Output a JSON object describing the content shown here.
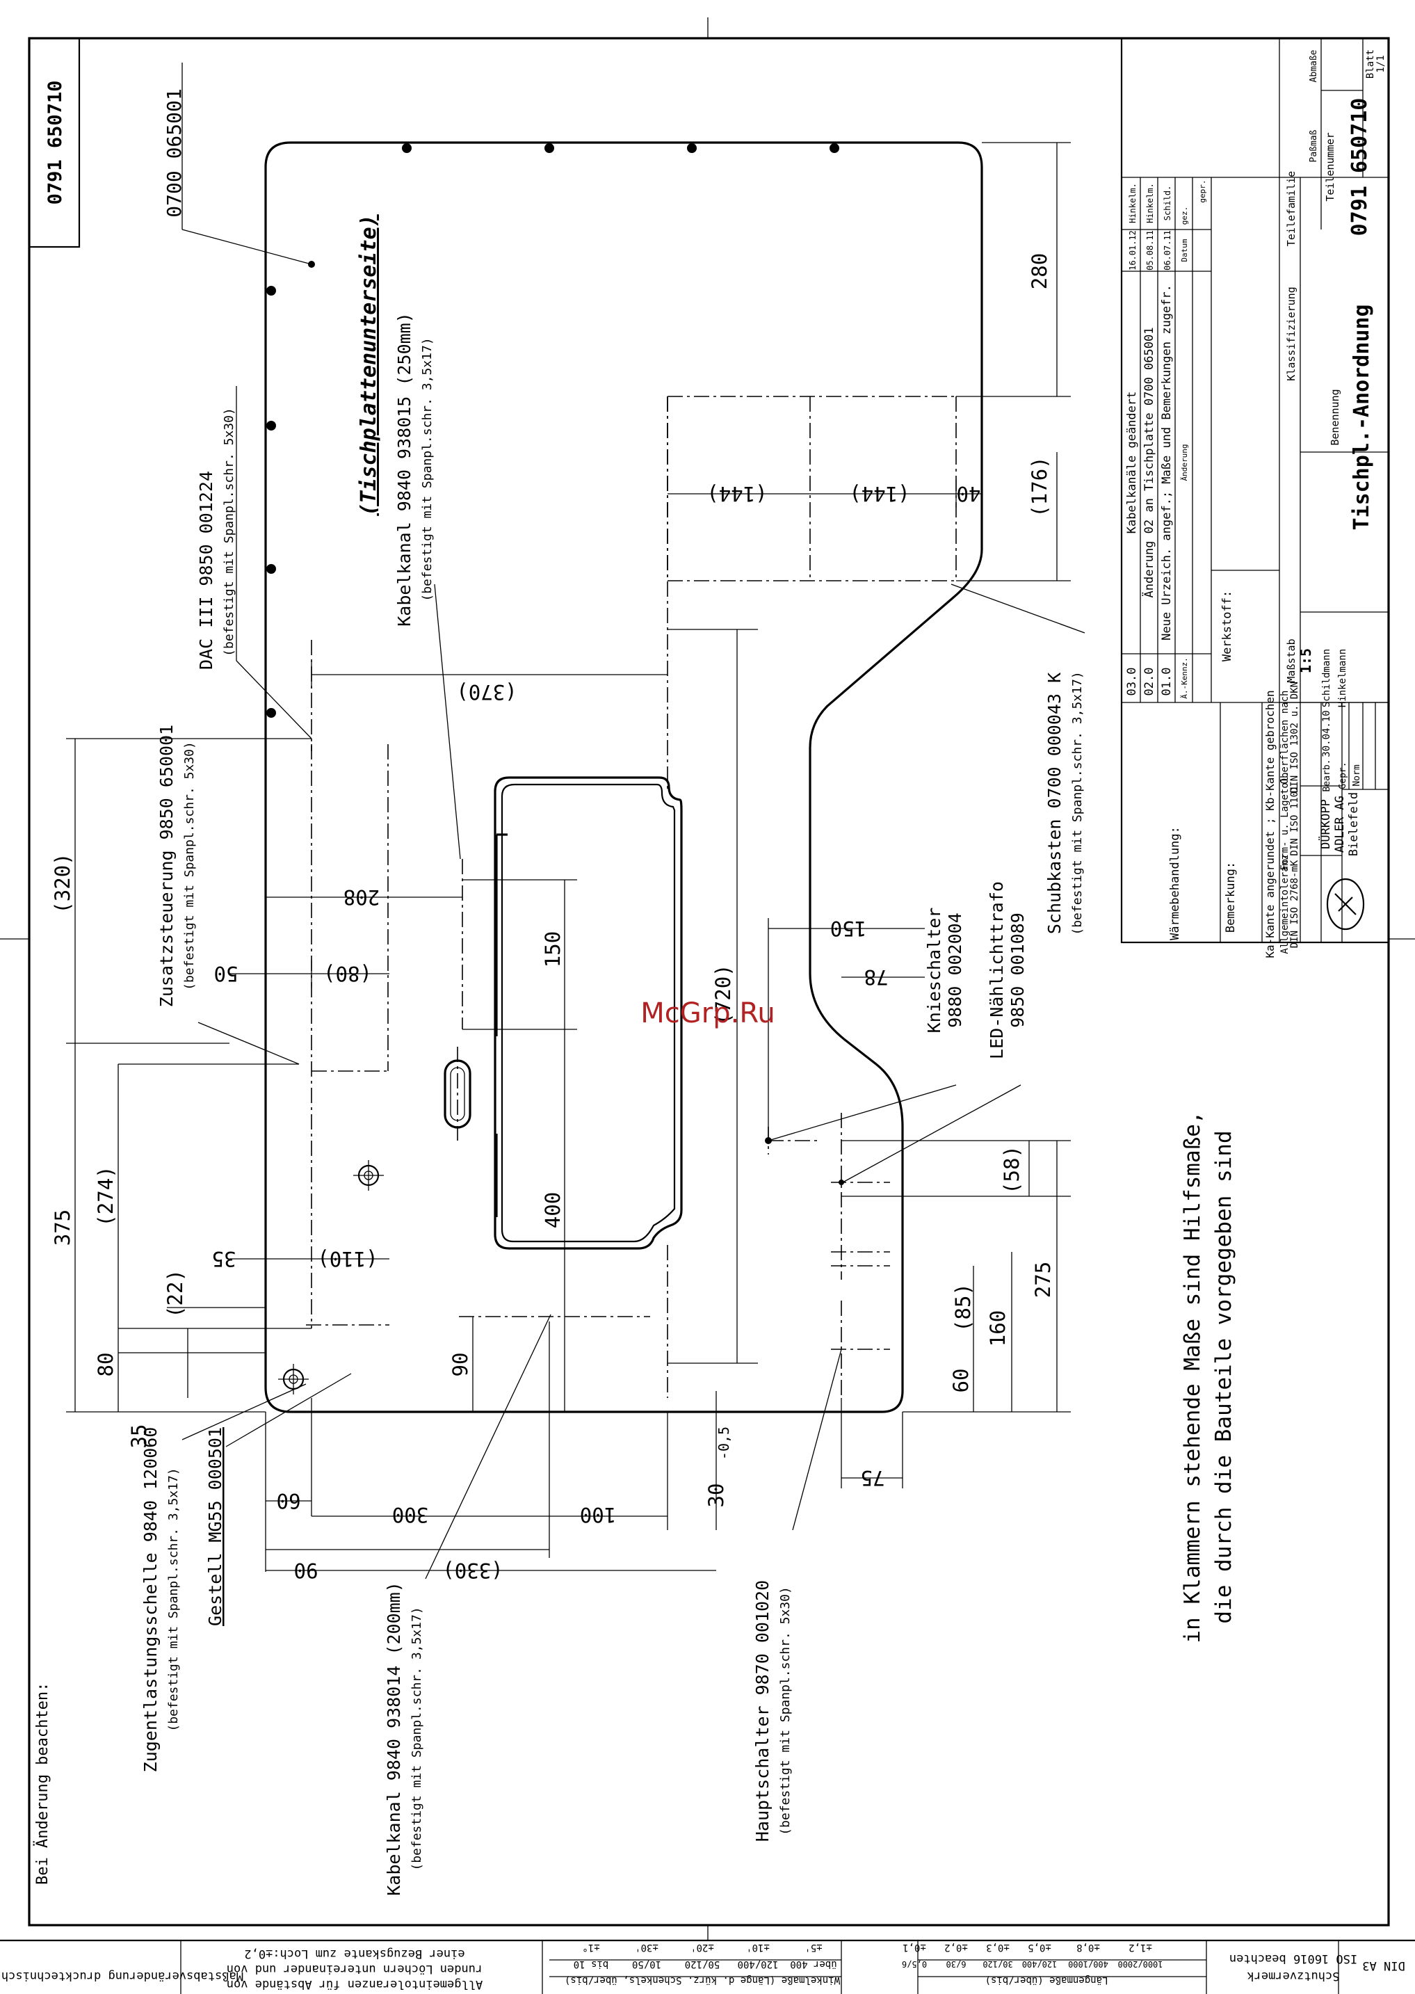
{
  "sheet": {
    "drawing_number_top": "0791 650710",
    "warning_left": "Bei Änderung beachten:",
    "watermark": "McGrp.Ru"
  },
  "view": {
    "title": "(Tischplattenunterseite)"
  },
  "labels": {
    "tabletop": "0700 065001",
    "dac": "DAC III 9850 001224",
    "dac_fix": "(befestigt mit Spanpl.schr. 5x30)",
    "kabelkanal_250": "Kabelkanal 9840 938015 (250mm)",
    "kabelkanal_250_fix": "(befestigt mit Spanpl.schr. 3,5x17)",
    "zusatz": "Zusatzsteuerung 9850 650001",
    "zusatz_fix": "(befestigt mit Spanpl.schr. 5x30)",
    "zugent": "Zugentlastungsschelle 9840 120060",
    "zugent_fix": "(befestigt mit Spanpl.schr. 3,5x17)",
    "gestell": "Gestell MG55 000501",
    "kabelkanal_200": "Kabelkanal 9840 938014 (200mm)",
    "kabelkanal_200_fix": "(befestigt mit Spanpl.schr. 3,5x17)",
    "haupt": "Hauptschalter 9870 001020",
    "haupt_fix": "(befestigt mit Spanpl.schr. 5x30)",
    "schub": "Schubkasten 0700 000043 K",
    "schub_fix": "(befestigt mit Spanpl.schr. 3,5x17)",
    "knie_1": "Knieschalter",
    "knie_2": "9880 002004",
    "led_1": "LED-Nählichttrafo",
    "led_2": "9850 001089"
  },
  "dimensions": {
    "d280": "280",
    "d176": "(176)",
    "d144a": "(144)",
    "d144b": "(144)",
    "d40": "40",
    "d370": "(370)",
    "d320": "(320)",
    "d208": "208",
    "d50": "50",
    "d80a": "(80)",
    "d150a": "150",
    "d150b": "150",
    "d78": "78",
    "d720": "(720)",
    "d400": "400",
    "d375": "375",
    "d274": "(274)",
    "d35a": "35",
    "d110": "(110)",
    "d22": "(22)",
    "d80b": "80",
    "d35b": "35",
    "d90a": "90",
    "d60a": "60",
    "d300": "300",
    "d100": "100",
    "d90b": "90",
    "d330": "(330)",
    "d30": "30",
    "d30tol": "-0,5",
    "d58": "(58)",
    "d275": "275",
    "d85": "(85)",
    "d160": "160",
    "d60b": "60",
    "d75": "75"
  },
  "note": {
    "line1": "in Klammern stehende Maße sind Hilfsmaße,",
    "line2": "die durch die Bauteile vorgegeben sind"
  },
  "revisions": [
    {
      "idx": "03.0",
      "text": "Kabelkanäle geändert",
      "date": "16.01.12",
      "name": "Hinkelm."
    },
    {
      "idx": "02.0",
      "text": "Änderung 02 an Tischplatte 0700 065001",
      "date": "05.08.11",
      "name": "Hinkelm."
    },
    {
      "idx": "01.0",
      "text": "Neue Urzeich. angef.; Maße und Bemerkungen zugefr.",
      "date": "06.07.11",
      "name": "Schild."
    }
  ],
  "titleblock": {
    "rev_col_idx": "Ä.-Kennz.",
    "rev_col_text": "Änderung",
    "rev_col_date": "Datum",
    "rev_col_name": "gez.",
    "rev_col_check": "gepr.",
    "waerme": "Wärmebehandlung:",
    "werkstoff": "Werkstoff:",
    "bemerkung": "Bemerkung:",
    "kanten": "Ka-Kante angerundet ; Kb-Kante gebrochen",
    "toleranz_label": "Allgemeintoleranz",
    "toleranz_val": "DIN ISO 2768-mK",
    "formlage_label": "Form- u. Lagetol.",
    "formlage_val": "DIN ISO 1101",
    "oberfl_label": "Oberflächen nach",
    "oberfl_val": "DIN ISO 1302 u. DKN",
    "massstab_label": "Maßstab",
    "massstab_val": "1:5",
    "klassif": "Klassifizierung",
    "teilefamilie": "Teilefamilie",
    "passmass": "Paßmaß",
    "abmasse": "Abmaße",
    "company_1": "DÜRKOPP",
    "company_2": "ADLER AG",
    "company_3": "Bielefeld",
    "bearb": "Bearb.",
    "gepr": "Gepr.",
    "norm": "Norm",
    "bearb_date": "30.04.10",
    "bearb_name": "Schildmann",
    "gepr_name": "Hinkelmann",
    "benennung_label": "Benennung",
    "benennung": "Tischpl.-Anordnung",
    "teilenummer_label": "Teilenummer",
    "teilenummer": "0791 650710",
    "blatt_label": "Blatt",
    "blatt": "1/1"
  },
  "footer": {
    "massstab": "Maßstabsveränderung drucktechnisch bedingt",
    "allg_1": "Allgemeintoleranzen für Abstände von",
    "allg_2": "runden Löchern untereinander und von",
    "allg_3": "einer Bezugskante zum Loch:±0,2",
    "winkel_title": "Winkelmaße (Länge d. kürz. Schenkels, über/bis)",
    "winkel_ranges": [
      "bis 10",
      "10/50",
      "50/120",
      "120/400",
      "über 400"
    ],
    "winkel_tols": [
      "±1°",
      "±30'",
      "±20'",
      "±10'",
      "±5'"
    ],
    "laengen_title": "Längenmaße (über/bis)",
    "laengen_ranges": [
      "0,5/6",
      "6/30",
      "30/120",
      "120/400",
      "400/1000",
      "1000/2000"
    ],
    "laengen_tols": [
      "±0,1",
      "±0,2",
      "±0,3",
      "±0,5",
      "±0,8",
      "±1,2"
    ],
    "schutz_1": "Schutzvermerk",
    "schutz_2": "ISO 16016 beachten",
    "din": "DIN A3"
  }
}
